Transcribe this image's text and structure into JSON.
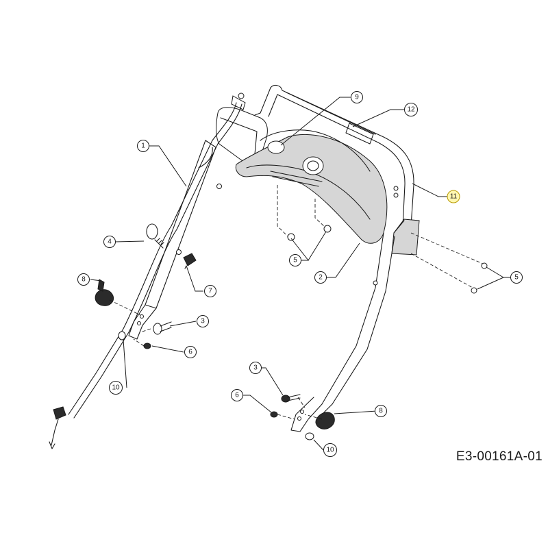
{
  "drawing_id": "E3-00161A-01",
  "colors": {
    "line": "#1a1a1a",
    "highlight": "#fff7b0",
    "background": "#ffffff"
  },
  "callouts": [
    {
      "id": "c1",
      "label": "1"
    },
    {
      "id": "c2",
      "label": "2"
    },
    {
      "id": "c3a",
      "label": "3"
    },
    {
      "id": "c3b",
      "label": "3"
    },
    {
      "id": "c4",
      "label": "4"
    },
    {
      "id": "c5a",
      "label": "5"
    },
    {
      "id": "c5b",
      "label": "5"
    },
    {
      "id": "c6a",
      "label": "6"
    },
    {
      "id": "c6b",
      "label": "6"
    },
    {
      "id": "c7",
      "label": "7"
    },
    {
      "id": "c8a",
      "label": "8"
    },
    {
      "id": "c8b",
      "label": "8"
    },
    {
      "id": "c9",
      "label": "9"
    },
    {
      "id": "c10a",
      "label": "10"
    },
    {
      "id": "c10b",
      "label": "10"
    },
    {
      "id": "c11",
      "label": "11",
      "highlighted": true
    },
    {
      "id": "c12",
      "label": "12"
    }
  ]
}
